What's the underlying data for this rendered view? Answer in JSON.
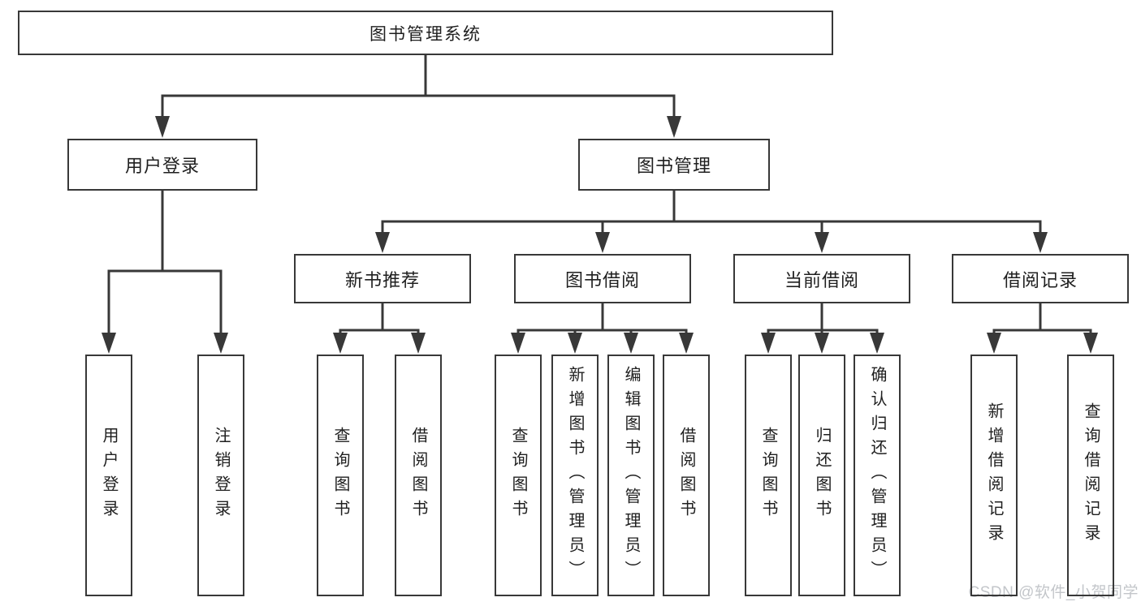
{
  "colors": {
    "line": "#383838",
    "text": "#1f1f1f",
    "watermark": "#c3c6ca",
    "bg": "#ffffff"
  },
  "watermark": {
    "text": "CSDN @软件_小贺同学"
  },
  "tree": {
    "label": "图书管理系统",
    "children": [
      {
        "label": "用户登录",
        "children": [
          {
            "label": "用户登录"
          },
          {
            "label": "注销登录"
          }
        ]
      },
      {
        "label": "图书管理",
        "children": [
          {
            "label": "新书推荐",
            "children": [
              {
                "label": "查询图书"
              },
              {
                "label": "借阅图书"
              }
            ]
          },
          {
            "label": "图书借阅",
            "children": [
              {
                "label": "查询图书"
              },
              {
                "label": "新增图书（管理员）"
              },
              {
                "label": "编辑图书（管理员）"
              },
              {
                "label": "借阅图书"
              }
            ]
          },
          {
            "label": "当前借阅",
            "children": [
              {
                "label": "查询图书"
              },
              {
                "label": "归还图书"
              },
              {
                "label": "确认归还（管理员）"
              }
            ]
          },
          {
            "label": "借阅记录",
            "children": [
              {
                "label": "新增借阅记录"
              },
              {
                "label": "查询借阅记录"
              }
            ]
          }
        ]
      }
    ]
  }
}
